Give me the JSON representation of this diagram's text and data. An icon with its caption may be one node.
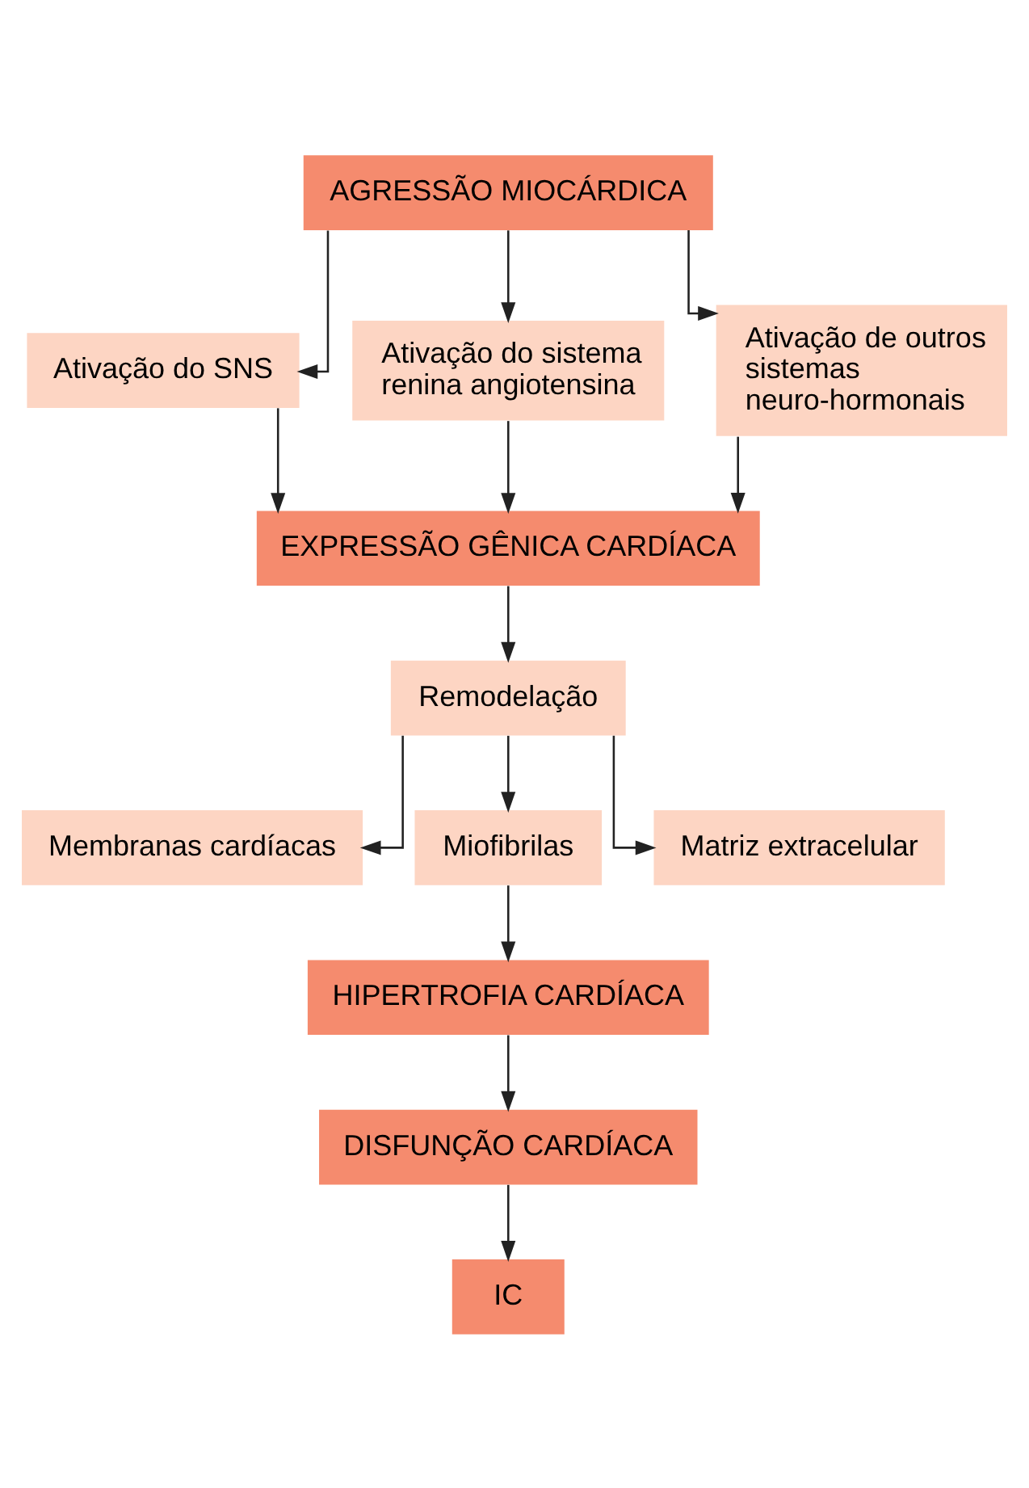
{
  "diagram": {
    "nodes": [
      {
        "text": [
          "AGRESSÃO MIOCÁRDICA"
        ]
      },
      {
        "text": [
          "Ativação do SNS"
        ]
      },
      {
        "text": [
          "Ativação do sistema renina angiotensina"
        ]
      },
      {
        "text": [
          "Ativação de outros sistemas neuro-hormonais"
        ]
      },
      {
        "text": [
          "EXPRESSÃO GÊNICA CARDÍACA"
        ]
      },
      {
        "text": [
          "Remodelação"
        ]
      },
      {
        "text": [
          "Membranas cardíacas"
        ]
      },
      {
        "text": [
          "Miofibrilas"
        ]
      },
      {
        "text": [
          "Matriz extracelular"
        ]
      },
      {
        "text": [
          "HIPERTROFIA CARDÍACA"
        ]
      },
      {
        "text": [
          "DISFUNÇÃO CARDÍACA"
        ]
      },
      {
        "text": [
          "IC"
        ]
      }
    ],
    "edges": [
      {
        "from": 0,
        "to": 1,
        "arrow": "to"
      },
      {
        "from": 0,
        "to": 2,
        "arrow": "to"
      },
      {
        "from": 0,
        "to": 3,
        "arrow": "to"
      },
      {
        "from": 1,
        "to": 4,
        "arrow": "to"
      },
      {
        "from": 2,
        "to": 4,
        "arrow": "to"
      },
      {
        "from": 3,
        "to": 4,
        "arrow": "to"
      },
      {
        "from": 4,
        "to": 5,
        "arrow": "to"
      },
      {
        "from": 5,
        "to": 6,
        "arrow": "to"
      },
      {
        "from": 5,
        "to": 7,
        "arrow": "to"
      },
      {
        "from": 5,
        "to": 8,
        "arrow": "to"
      },
      {
        "from": 7,
        "to": 9,
        "arrow": "to"
      },
      {
        "from": 9,
        "to": 10,
        "arrow": "to"
      },
      {
        "from": 10,
        "to": 11,
        "arrow": "to"
      }
    ]
  }
}
